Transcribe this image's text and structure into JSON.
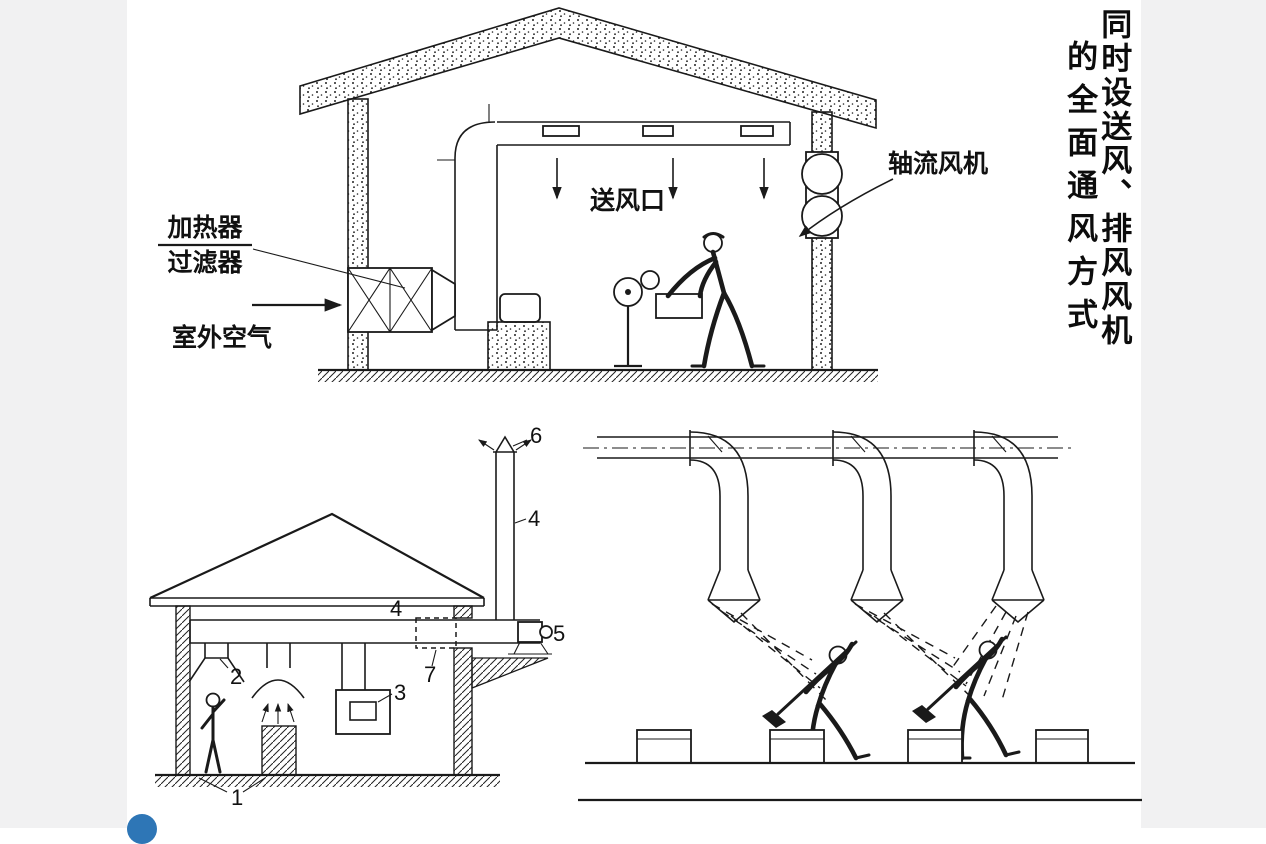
{
  "canvas": {
    "background": "#ffffff",
    "margin_color": "#f1f1f2",
    "ink_color": "#1a1a1a",
    "logo_color": "#2e76b6"
  },
  "vertical_title": {
    "col1": "同时设送风、排风风机",
    "col2": "的全面通风方式"
  },
  "top_diagram": {
    "heater_label": "加热器",
    "filter_label": "过滤器",
    "outdoor_air_label": "室外空气",
    "supply_outlet_label": "送风口",
    "axial_fan_label": "轴流风机"
  },
  "bottom_left_diagram": {
    "callout_1": "1",
    "callout_2": "2",
    "callout_3": "3",
    "callout_4_duct": "4",
    "callout_4_stack": "4",
    "callout_5": "5",
    "callout_6": "6",
    "callout_7": "7"
  }
}
